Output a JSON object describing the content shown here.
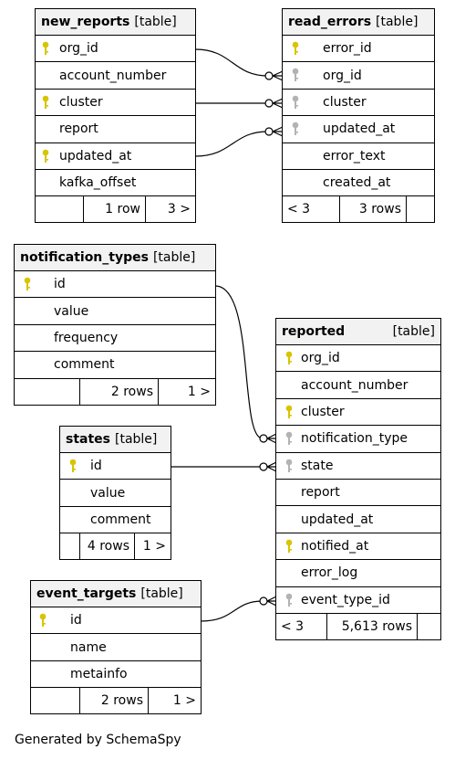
{
  "tables": {
    "new_reports": {
      "name": "new_reports",
      "tag": "[table]",
      "columns": [
        "org_id",
        "account_number",
        "cluster",
        "report",
        "updated_at",
        "kafka_offset"
      ],
      "footer": [
        "",
        "1 row",
        "3 >"
      ]
    },
    "read_errors": {
      "name": "read_errors",
      "tag": "[table]",
      "columns": [
        "error_id",
        "org_id",
        "cluster",
        "updated_at",
        "error_text",
        "created_at"
      ],
      "footer": [
        "< 3",
        "3 rows",
        ""
      ]
    },
    "notification_types": {
      "name": "notification_types",
      "tag": "[table]",
      "columns": [
        "id",
        "value",
        "frequency",
        "comment"
      ],
      "footer": [
        "",
        "2 rows",
        "1 >"
      ]
    },
    "reported": {
      "name": "reported",
      "tag": "[table]",
      "columns": [
        "org_id",
        "account_number",
        "cluster",
        "notification_type",
        "state",
        "report",
        "updated_at",
        "notified_at",
        "error_log",
        "event_type_id"
      ],
      "footer": [
        "< 3",
        "5,613 rows",
        ""
      ]
    },
    "states": {
      "name": "states",
      "tag": "[table]",
      "columns": [
        "id",
        "value",
        "comment"
      ],
      "footer": [
        "",
        "4 rows",
        "1 >"
      ]
    },
    "event_targets": {
      "name": "event_targets",
      "tag": "[table]",
      "columns": [
        "id",
        "name",
        "metainfo"
      ],
      "footer": [
        "",
        "2 rows",
        "1 >"
      ]
    }
  },
  "colors": {
    "primary_key": "#d8c400",
    "foreign_key": "#b3b3b3",
    "header_bg": "#f2f2f2"
  },
  "footer_credit": "Generated by SchemaSpy"
}
